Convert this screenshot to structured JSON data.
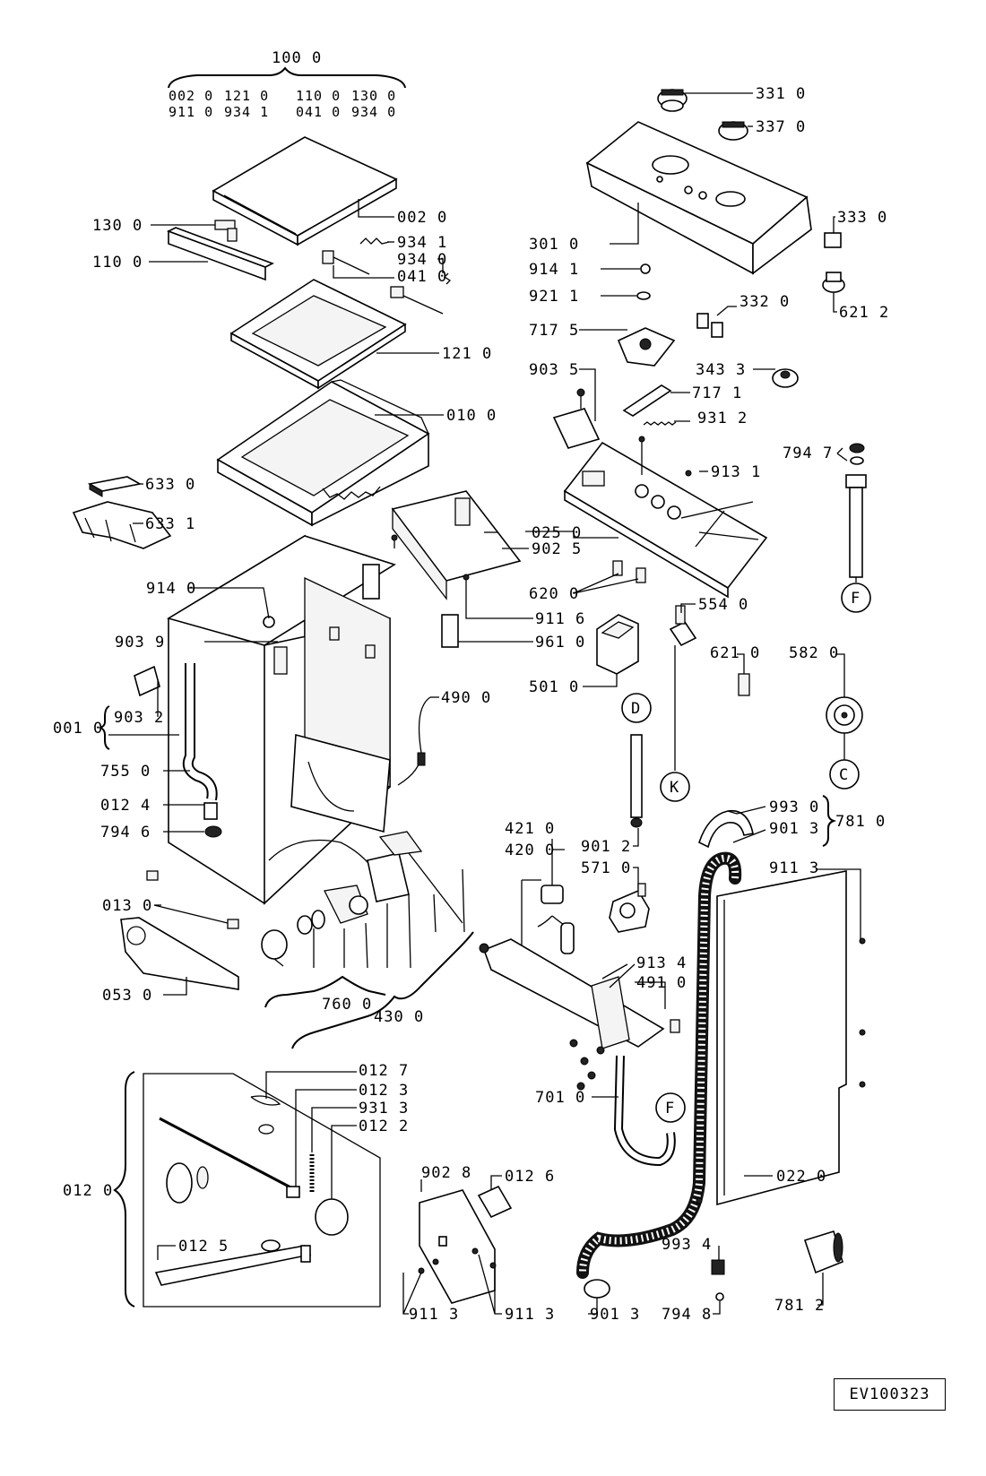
{
  "assembly_title": "100 0",
  "assembly_parts": [
    [
      "002 0",
      "121 0",
      "110 0",
      "130 0"
    ],
    [
      "911 0",
      "934 1",
      "041 0",
      "934 0"
    ]
  ],
  "labels": {
    "l0020": "002 0",
    "l1300": "130 0",
    "l1100": "110 0",
    "l9341": "934 1",
    "l9340": "934 0",
    "l0410": "041 0",
    "l1210": "121 0",
    "l0100": "010 0",
    "l6330": "633 0",
    "l6331": "633 1",
    "l0250": "025 0",
    "l9025": "902 5",
    "l9140": "914 0",
    "l9116": "911 6",
    "l9039": "903 9",
    "l9610": "961 0",
    "l9032": "903 2",
    "l0010": "001 0",
    "l4900": "490 0",
    "l7550": "755 0",
    "l0124": "012 4",
    "l7946": "794 6",
    "l0130": "013 0",
    "l0530": "053 0",
    "l7600": "760 0",
    "l4300": "430 0",
    "l3310": "331 0",
    "l3370": "337 0",
    "l3330": "333 0",
    "l3010": "301 0",
    "l9141": "914 1",
    "l9211": "921 1",
    "l3320": "332 0",
    "l6212": "621 2",
    "l7175": "717 5",
    "l3433": "343 3",
    "l9035": "903 5",
    "l7171": "717 1",
    "l9312": "931 2",
    "l7947": "794 7",
    "l9131": "913 1",
    "l6200": "620 0",
    "l5540": "554 0",
    "l5010": "501 0",
    "l6210": "621 0",
    "l5820": "582 0",
    "l4210": "421 0",
    "l4200": "420 0",
    "l9012": "901 2",
    "l5710": "571 0",
    "l9930": "993 0",
    "l9013a": "901 3",
    "l7810": "781 0",
    "l9113a": "911 3",
    "l9134": "913 4",
    "l4910": "491 0",
    "l7010": "701 0",
    "l0220": "022 0",
    "l0127": "012 7",
    "l0123": "012 3",
    "l9313": "931 3",
    "l0122": "012 2",
    "l0120": "012 0",
    "l0125": "012 5",
    "l9028": "902 8",
    "l0126": "012 6",
    "l9113b": "911 3",
    "l9113c": "911 3",
    "l9013b": "901 3",
    "l9934": "993 4",
    "l7948": "794 8",
    "l7812": "781 2"
  },
  "connectors": {
    "F": "F",
    "D": "D",
    "K": "K",
    "C": "C"
  },
  "drawing_code": "EV100323"
}
